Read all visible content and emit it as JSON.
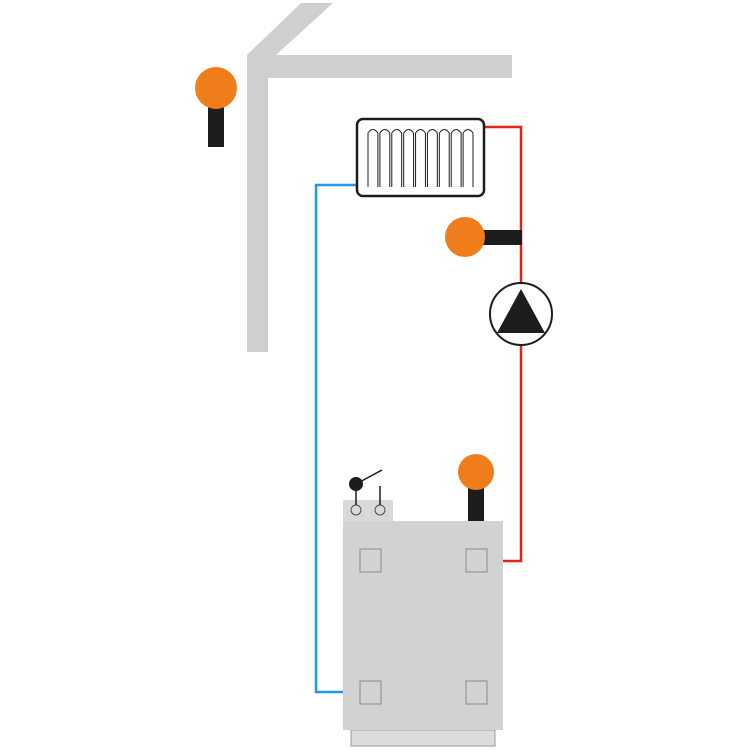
{
  "diagram": {
    "components": [
      {
        "id": "building",
        "icon": "building-wall-corner"
      },
      {
        "id": "outdoor-sensor",
        "icon": "temperature-sensor-icon"
      },
      {
        "id": "radiator",
        "icon": "radiator-icon",
        "fins": 9
      },
      {
        "id": "flow-sensor",
        "icon": "temperature-sensor-icon"
      },
      {
        "id": "circulation-pump",
        "icon": "pump-icon"
      },
      {
        "id": "boiler-sensor",
        "icon": "temperature-sensor-icon"
      },
      {
        "id": "boiler",
        "icon": "boiler-icon"
      },
      {
        "id": "control-switch",
        "icon": "switch-icon"
      }
    ],
    "pipes": [
      {
        "id": "flow-pipe",
        "role": "supply"
      },
      {
        "id": "return-pipe",
        "role": "return"
      }
    ],
    "colors": {
      "supply": "#e2231a",
      "return": "#1e9be0",
      "sensor": "#f07d1b",
      "stem": "#1d1d1b",
      "wall": "#cfcfcf",
      "boiler_body": "#d2d2d2",
      "boiler_base": "#dcdcdc",
      "outline": "#1d1d1b"
    }
  }
}
